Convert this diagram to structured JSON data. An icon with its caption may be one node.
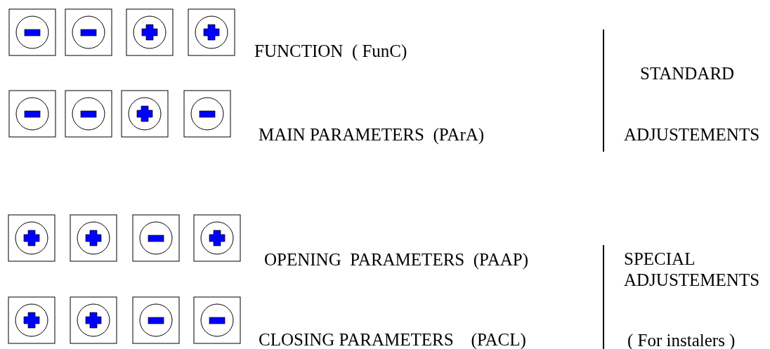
{
  "diagram": {
    "labels": [
      "FUNCTION  ( FunC)",
      "STANDARD",
      "MAIN PARAMETERS  (PArA)",
      "ADJUSTEMENTS",
      "OPENING  PARAMETERS  (PAAP)",
      "SPECIAL ADJUSTEMENTS",
      "CLOSING PARAMETERS    (PACL)",
      "( For instalers )"
    ]
  }
}
